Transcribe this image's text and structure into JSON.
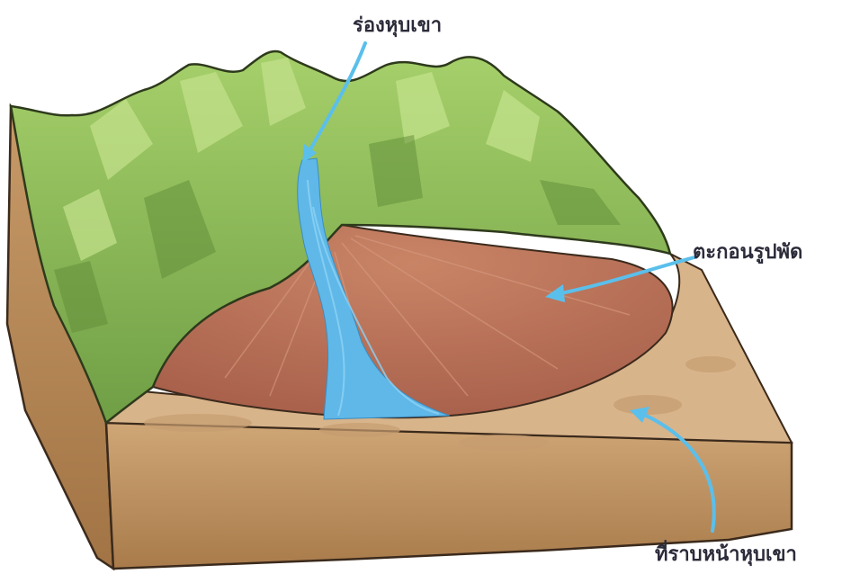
{
  "labels": {
    "gorge": "ร่องหุบเขา",
    "alluvial_fan": "ตะกอนรูปพัด",
    "piedmont_plain": "ที่ราบหน้าหุบเขา"
  },
  "icons": [
    "arrow-icon",
    "mountain-icon",
    "river-icon"
  ],
  "colors": {
    "mountain": "#8fbf58",
    "mountain_light": "#b3d67c",
    "mountain_dark": "#5f8c37",
    "fan": "#b8705a",
    "plain": "#d8b48b",
    "soil_side": "#b58a5a",
    "river": "#5fb8e8",
    "arrow": "#5bbfeb",
    "text": "#2b2b3a"
  }
}
